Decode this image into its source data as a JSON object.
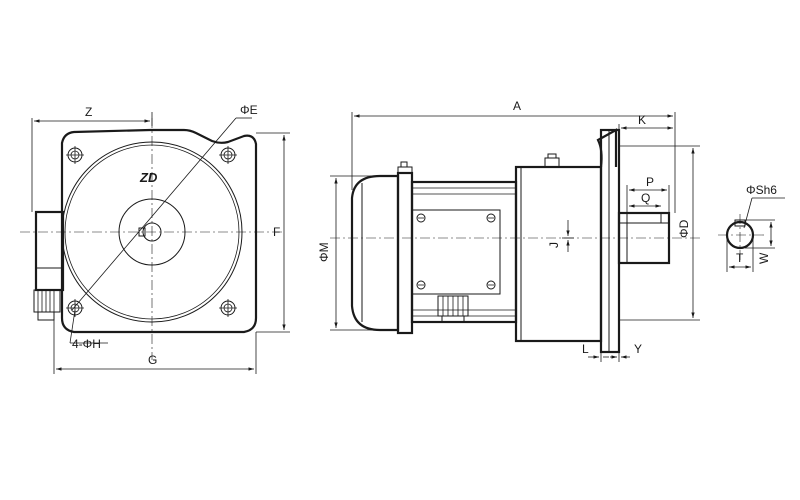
{
  "logo": {
    "text": "ZD"
  },
  "dimensions": {
    "z": "Z",
    "phi_e": "ΦE",
    "f": "F",
    "g": "G",
    "phi_h": "4-ΦH",
    "a": "A",
    "k": "K",
    "phi_m": "ΦM",
    "p": "P",
    "q": "Q",
    "j": "J",
    "phi_d": "ΦD",
    "l": "L",
    "y": "Y",
    "phi_s": "ΦSh6",
    "t": "T",
    "w": "W"
  }
}
